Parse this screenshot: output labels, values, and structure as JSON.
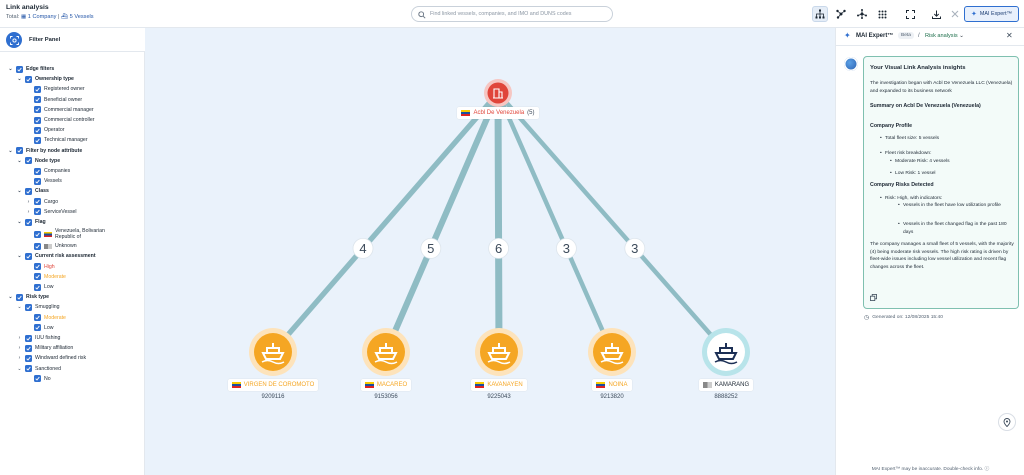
{
  "header": {
    "title": "Link analysis",
    "total_label": "Total:",
    "company_count": "1 Company",
    "divider": "|",
    "vessel_count": "5 Vessels",
    "search_placeholder": "Find linked vessels, companies, and IMO and DUNS codes",
    "mai_button": "MAI Expert™"
  },
  "filter_panel": {
    "title": "Filter Panel",
    "items": [
      {
        "label": "Edge filters",
        "level": 0,
        "bold": true,
        "chev": "v"
      },
      {
        "label": "Ownership type",
        "level": 1,
        "bold": true,
        "chev": "v"
      },
      {
        "label": "Registered owner",
        "level": 2
      },
      {
        "label": "Beneficial owner",
        "level": 2
      },
      {
        "label": "Commercial manager",
        "level": 2
      },
      {
        "label": "Commercial controller",
        "level": 2
      },
      {
        "label": "Operator",
        "level": 2
      },
      {
        "label": "Technical manager",
        "level": 2
      },
      {
        "label": "Filter by node attribute",
        "level": 0,
        "bold": true,
        "chev": "v"
      },
      {
        "label": "Node type",
        "level": 1,
        "bold": true,
        "chev": "v"
      },
      {
        "label": "Companies",
        "level": 2
      },
      {
        "label": "Vessels",
        "level": 2
      },
      {
        "label": "Class",
        "level": 1,
        "bold": true,
        "chev": "v"
      },
      {
        "label": "Cargo",
        "level": 2,
        "chev": ">"
      },
      {
        "label": "ServiceVessel",
        "level": 2,
        "chev": ">"
      },
      {
        "label": "Flag",
        "level": 1,
        "bold": true,
        "chev": "v"
      },
      {
        "label": "Venezuela, Bolivarian Republic of",
        "level": 2,
        "flag": "ve",
        "two_line": true
      },
      {
        "label": "Unknown",
        "level": 2,
        "flag": "unk"
      },
      {
        "label": "Current risk assessment",
        "level": 1,
        "bold": true,
        "chev": "v"
      },
      {
        "label": "High",
        "level": 2,
        "color": "high"
      },
      {
        "label": "Moderate",
        "level": 2,
        "color": "moderate"
      },
      {
        "label": "Low",
        "level": 2
      },
      {
        "label": "Risk type",
        "level": 0,
        "bold": true,
        "chev": "v"
      },
      {
        "label": "Smuggling",
        "level": 1,
        "chev": "v"
      },
      {
        "label": "Moderate",
        "level": 2,
        "color": "moderate"
      },
      {
        "label": "Low",
        "level": 2
      },
      {
        "label": "IUU fishing",
        "level": 1,
        "chev": ">"
      },
      {
        "label": "Military affiliation",
        "level": 1,
        "chev": ">"
      },
      {
        "label": "Windward defined risk",
        "level": 1,
        "chev": ">"
      },
      {
        "label": "Sanctioned",
        "level": 1,
        "chev": "v"
      },
      {
        "label": "No",
        "level": 2
      }
    ]
  },
  "graph": {
    "company": {
      "name": "Acbl De Venezuela",
      "count": "(5)"
    },
    "vessels": [
      {
        "name": "VIRGEN DE COROMOTO",
        "imo": "9209116",
        "edge": "4",
        "risk": "moderate",
        "flag": "ve"
      },
      {
        "name": "MACAREO",
        "imo": "9153056",
        "edge": "5",
        "risk": "moderate",
        "flag": "ve"
      },
      {
        "name": "KAVANAYEN",
        "imo": "9225043",
        "edge": "6",
        "risk": "moderate",
        "flag": "ve"
      },
      {
        "name": "NOINA",
        "imo": "9213820",
        "edge": "3",
        "risk": "moderate",
        "flag": "ve"
      },
      {
        "name": "KAMARANG",
        "imo": "8888252",
        "edge": "3",
        "risk": "low",
        "flag": "unk"
      }
    ]
  },
  "mai_panel": {
    "title": "MAI Expert™",
    "beta": "Beta",
    "crumb_sep": "/",
    "crumb": "Risk analysis",
    "insights_title": "Your Visual Link Analysis insights",
    "intro": "The investigation began with Acbl De Venezuela LLC (Venezuela) and expanded to its business network",
    "summary_heading": "Summary on Acbl De Venezuela (Venezuela)",
    "profile_heading": "Company Profile",
    "fleet_size": "Total fleet size: 5 vessels",
    "fleet_breakdown": "Fleet risk breakdown:",
    "moderate_risk": "Moderate Risk: 4 vessels",
    "low_risk": "Low Risk: 1 vessel",
    "risks_heading": "Company Risks Detected",
    "risk_line": "Risk: High, with indicators:",
    "indicator1": "Vessels in the fleet have low utilization profile",
    "indicator2": "Vessels in the fleet changed flag in the past 180 days",
    "conclusion": "The company manages a small fleet of 5 vessels, with the majority (4) being moderate risk vessels. The high risk rating is driven by fleet-wide issues including low vessel utilization and recent flag changes across the fleet.",
    "generated": "Generated on: 12/08/2025 15:40",
    "disclaimer": "MAI Expert™ may be inaccurate. Double-check info."
  },
  "colors": {
    "accent": "#2f6fd0",
    "high": "#e0453a",
    "moderate": "#f5a623",
    "edge": "#8fbcc4",
    "low_node": "#b8e4ea"
  }
}
